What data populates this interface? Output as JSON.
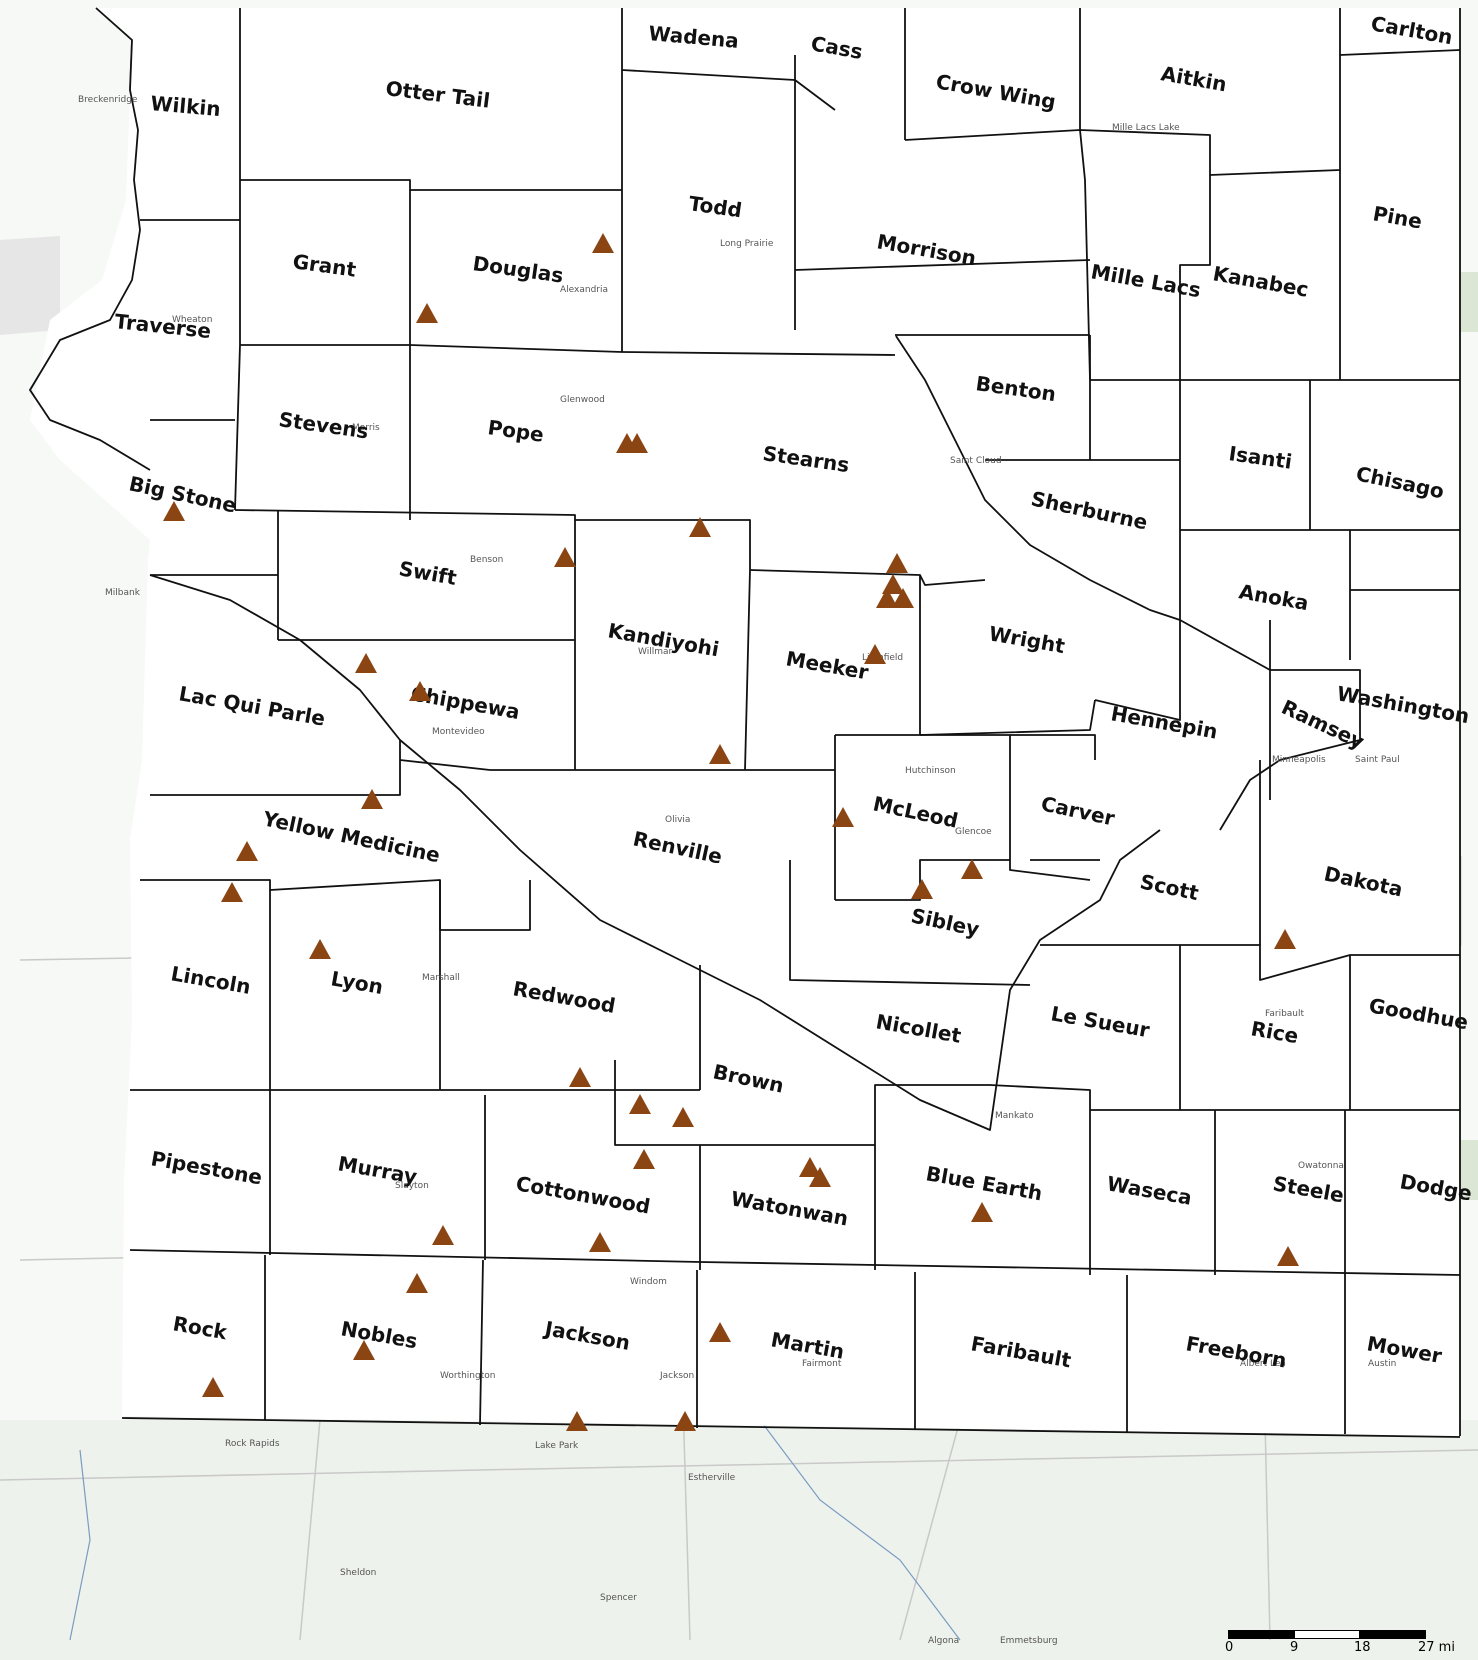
{
  "colors": {
    "land": "#eef2ec",
    "study_area": "#ffffff",
    "county_border": "#111111",
    "marker": "#8b4513",
    "water": "#bcd6e8",
    "river": "#7a9cc0",
    "road": "#c9c9c9",
    "park": "#cfe0c6",
    "urban": "#d9d4cc"
  },
  "markers_shape": "triangle-icon",
  "counties": [
    {
      "name": "Wilkin"
    },
    {
      "name": "Otter Tail"
    },
    {
      "name": "Wadena"
    },
    {
      "name": "Cass"
    },
    {
      "name": "Crow Wing"
    },
    {
      "name": "Aitkin"
    },
    {
      "name": "Carlton"
    },
    {
      "name": "Todd"
    },
    {
      "name": "Grant"
    },
    {
      "name": "Douglas"
    },
    {
      "name": "Morrison"
    },
    {
      "name": "Mille Lacs"
    },
    {
      "name": "Kanabec"
    },
    {
      "name": "Pine"
    },
    {
      "name": "Traverse"
    },
    {
      "name": "Stevens"
    },
    {
      "name": "Pope"
    },
    {
      "name": "Stearns"
    },
    {
      "name": "Benton"
    },
    {
      "name": "Isanti"
    },
    {
      "name": "Chisago"
    },
    {
      "name": "Big Stone"
    },
    {
      "name": "Sherburne"
    },
    {
      "name": "Swift"
    },
    {
      "name": "Kandiyohi"
    },
    {
      "name": "Meeker"
    },
    {
      "name": "Wright"
    },
    {
      "name": "Anoka"
    },
    {
      "name": "Lac Qui Parle"
    },
    {
      "name": "Chippewa"
    },
    {
      "name": "Hennepin"
    },
    {
      "name": "Ramsey"
    },
    {
      "name": "Washington"
    },
    {
      "name": "Yellow Medicine"
    },
    {
      "name": "Renville"
    },
    {
      "name": "McLeod"
    },
    {
      "name": "Carver"
    },
    {
      "name": "Scott"
    },
    {
      "name": "Dakota"
    },
    {
      "name": "Sibley"
    },
    {
      "name": "Lincoln"
    },
    {
      "name": "Lyon"
    },
    {
      "name": "Redwood"
    },
    {
      "name": "Nicollet"
    },
    {
      "name": "Le Sueur"
    },
    {
      "name": "Rice"
    },
    {
      "name": "Goodhue"
    },
    {
      "name": "Brown"
    },
    {
      "name": "Pipestone"
    },
    {
      "name": "Murray"
    },
    {
      "name": "Cottonwood"
    },
    {
      "name": "Watonwan"
    },
    {
      "name": "Blue Earth"
    },
    {
      "name": "Waseca"
    },
    {
      "name": "Steele"
    },
    {
      "name": "Dodge"
    },
    {
      "name": "Rock"
    },
    {
      "name": "Nobles"
    },
    {
      "name": "Jackson"
    },
    {
      "name": "Martin"
    },
    {
      "name": "Faribault"
    },
    {
      "name": "Freeborn"
    },
    {
      "name": "Mower"
    }
  ],
  "places": [
    {
      "name": "Breckenridge"
    },
    {
      "name": "Wheaton"
    },
    {
      "name": "Morris"
    },
    {
      "name": "Glenwood"
    },
    {
      "name": "Alexandria"
    },
    {
      "name": "Long Prairie"
    },
    {
      "name": "Benson"
    },
    {
      "name": "Willmar"
    },
    {
      "name": "Litchfield"
    },
    {
      "name": "Montevideo"
    },
    {
      "name": "Olivia"
    },
    {
      "name": "Hutchinson"
    },
    {
      "name": "Glencoe"
    },
    {
      "name": "Marshall"
    },
    {
      "name": "Slayton"
    },
    {
      "name": "Windom"
    },
    {
      "name": "Worthington"
    },
    {
      "name": "Jackson"
    },
    {
      "name": "Fairmont"
    },
    {
      "name": "Mankato"
    },
    {
      "name": "Minneapolis"
    },
    {
      "name": "Saint Paul"
    },
    {
      "name": "Faribault"
    },
    {
      "name": "Owatonna"
    },
    {
      "name": "Albert Lea"
    },
    {
      "name": "Austin"
    },
    {
      "name": "Saint Cloud"
    },
    {
      "name": "Milbank"
    },
    {
      "name": "Lake Park"
    },
    {
      "name": "Estherville"
    },
    {
      "name": "Emmetsburg"
    },
    {
      "name": "Rock Rapids"
    },
    {
      "name": "Spencer"
    },
    {
      "name": "Sheldon"
    },
    {
      "name": "Algona"
    }
  ],
  "water_labels": {
    "lake": "Mille Lacs Lake"
  },
  "scale_bar": {
    "ticks": [
      "0",
      "9",
      "18",
      "27 mi"
    ]
  }
}
